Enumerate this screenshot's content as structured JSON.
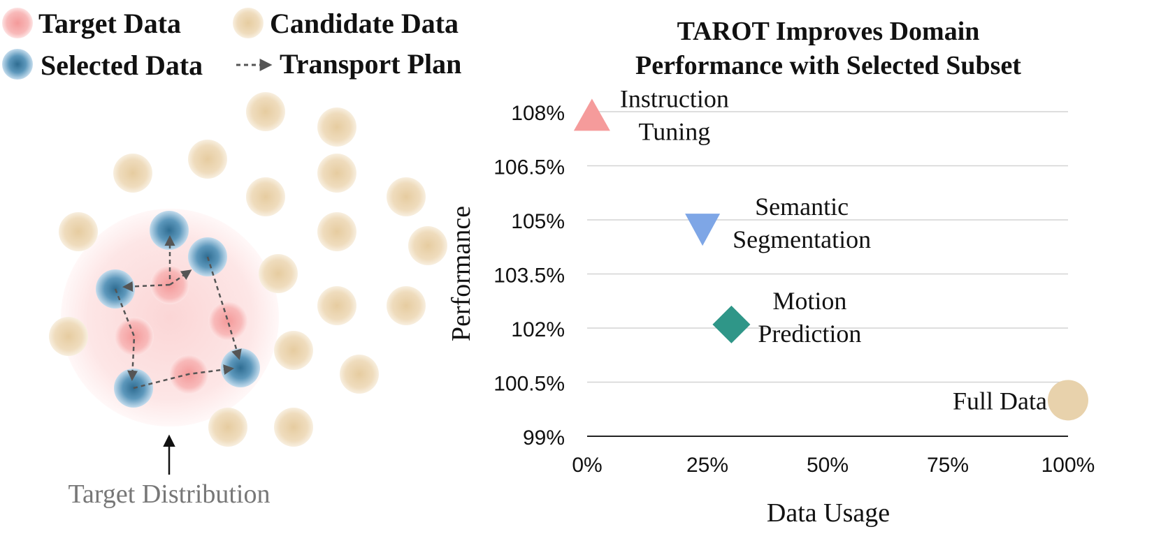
{
  "legend": {
    "target": "Target Data",
    "candidate": "Candidate Data",
    "selected": "Selected Data",
    "transport": "Transport Plan"
  },
  "diagram": {
    "caption": "Target Distribution"
  },
  "colors": {
    "target": "#f4a0a0",
    "candidate": "#e8d2ac",
    "selected": "#4f8fb4",
    "grid": "#d4d4d4",
    "arrow": "#555555"
  },
  "chart_data": {
    "type": "scatter",
    "title": "TAROT Improves Domain Performance with Selected Subset",
    "xlabel": "Data Usage",
    "ylabel": "Performance",
    "xlim": [
      0,
      100
    ],
    "ylim": [
      99,
      108
    ],
    "x_ticks": [
      "0%",
      "25%",
      "50%",
      "75%",
      "100%"
    ],
    "y_ticks": [
      "99%",
      "100.5%",
      "102%",
      "103.5%",
      "105%",
      "106.5%",
      "108%"
    ],
    "grid": true,
    "points": [
      {
        "label": "Instruction Tuning",
        "x": 1,
        "y": 107.8,
        "marker": "triangle-up",
        "color": "#f59b9b"
      },
      {
        "label": "Semantic Segmentation",
        "x": 24,
        "y": 104.9,
        "marker": "triangle-down",
        "color": "#7ea6e6"
      },
      {
        "label": "Motion Prediction",
        "x": 30,
        "y": 102.1,
        "marker": "diamond",
        "color": "#2f9688"
      },
      {
        "label": "Full Data",
        "x": 100,
        "y": 100,
        "marker": "circle",
        "color": "#e8d2ac"
      }
    ]
  }
}
